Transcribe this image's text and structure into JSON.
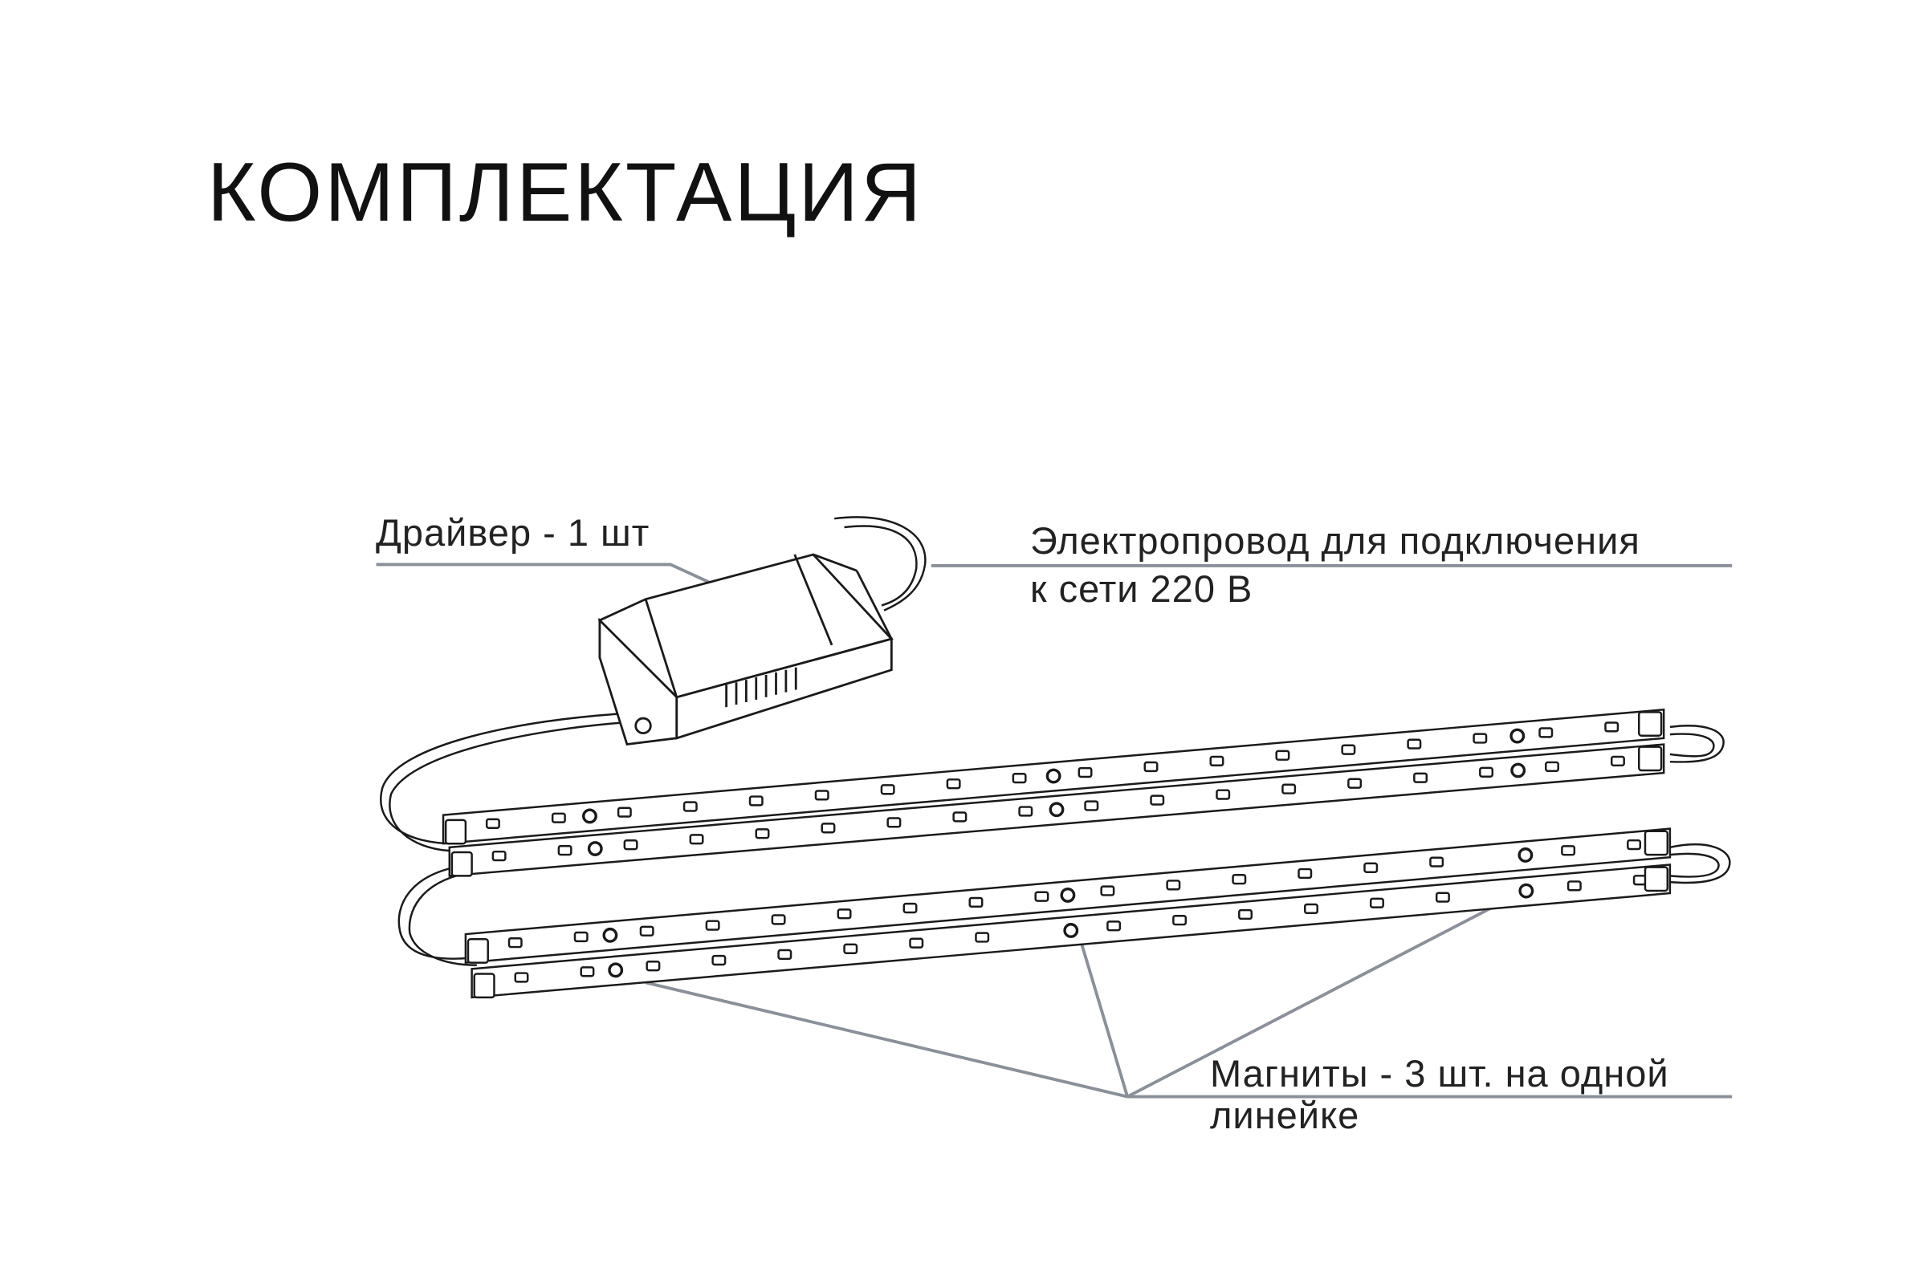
{
  "title": "КОМПЛЕКТАЦИЯ",
  "labels": {
    "driver": "Драйвер - 1 шт",
    "cable_line1": "Электропровод для подключения",
    "cable_line2": "к сети 220 В",
    "magnets_line1": "Магниты - 3 шт. на одной",
    "magnets_line2": "линейке"
  },
  "colors": {
    "leader_line": "#8a9099",
    "drawing": "#1a1a1a"
  },
  "product": {
    "led_strips": 4,
    "magnets_per_strip": 3,
    "drivers": 1
  }
}
